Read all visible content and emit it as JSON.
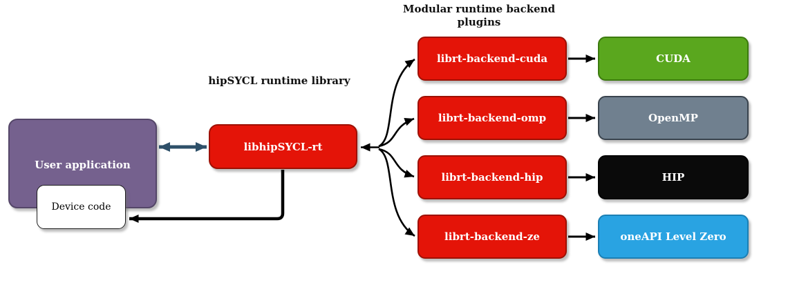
{
  "diagram": {
    "plugins_title": {
      "line1": "Modular runtime backend",
      "line2": "plugins"
    },
    "runtime_title": "hipSYCL runtime library"
  },
  "nodes": {
    "user_app": {
      "label": "User application",
      "fill": "#75618e",
      "border": "#544668",
      "text": "#ffffff"
    },
    "device_code": {
      "label": "Device code",
      "fill": "#ffffff",
      "border": "#1a1a1a",
      "text": "#000000"
    },
    "runtime": {
      "label": "libhipSYCL-rt",
      "fill": "#e41408",
      "border": "#9e1003",
      "text": "#ffffff"
    },
    "backends": [
      {
        "label": "librt-backend-cuda",
        "fill": "#e41408",
        "border": "#9e1003",
        "text": "#ffffff"
      },
      {
        "label": "librt-backend-omp",
        "fill": "#e41408",
        "border": "#9e1003",
        "text": "#ffffff"
      },
      {
        "label": "librt-backend-hip",
        "fill": "#e41408",
        "border": "#9e1003",
        "text": "#ffffff"
      },
      {
        "label": "librt-backend-ze",
        "fill": "#e41408",
        "border": "#9e1003",
        "text": "#ffffff"
      }
    ],
    "targets": [
      {
        "label": "CUDA",
        "fill": "#5aa71e",
        "border": "#3c7a0e",
        "text": "#ffffff"
      },
      {
        "label": "OpenMP",
        "fill": "#70808f",
        "border": "#39434d",
        "text": "#ffffff"
      },
      {
        "label": "HIP",
        "fill": "#0a0a0a",
        "border": "#000000",
        "text": "#ffffff"
      },
      {
        "label": "oneAPI Level Zero",
        "fill": "#29a3e2",
        "border": "#1b7fb4",
        "text": "#ffffff"
      }
    ]
  },
  "arrows": {
    "black": "#000000",
    "teal": "#2e5069"
  }
}
